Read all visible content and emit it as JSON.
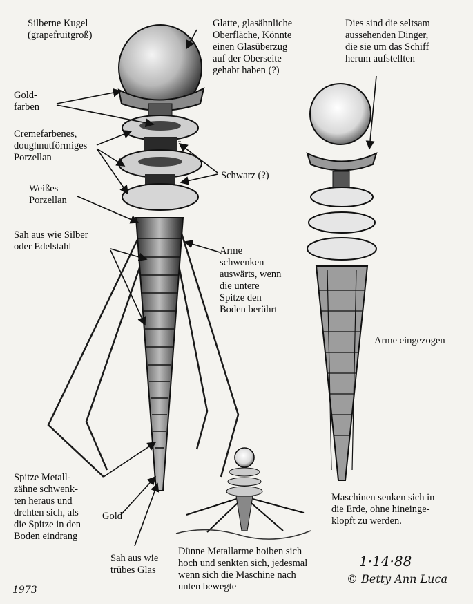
{
  "labels": {
    "silver_sphere": "Silberne Kugel\n(grapefruitgroß)",
    "smooth_surface": "Glatte, glasähnliche\nOberfläche, Könnte\neinen Glasüberzug\nauf der Oberseite\ngehabt haben (?)",
    "strange_things": "Dies sind die seltsam\naussehenden Dinger,\ndie sie um das Schiff\nherum aufstellten",
    "gold_colored": "Gold-\nfarben",
    "cream_porcelain": "Cremefarbenes,\ndoughnutförmiges\nPorzellan",
    "black": "Schwarz (?)",
    "white_porcelain": "Weißes\nPorzellan",
    "silver_steel": "Sah aus wie Silber\noder Edelstahl",
    "arms_swing": "Arme\nschwenken\nauswärts, wenn\ndie untere\nSpitze den\nBoden berührt",
    "arms_retracted": "Arme eingezogen",
    "teeth": "Spitze Metall-\nzähne schwenk-\nten heraus und\ndrehten sich, als\ndie Spitze in den\nBoden eindrang",
    "gold": "Gold",
    "cloudy_glass": "Sah aus wie\ntrübes Glas",
    "machines_sink": "Maschinen senken sich in\ndie Erde, ohne hineinge-\nklopft zu werden.",
    "thin_arms": "Dünne Metallarme hoiben sich\nhoch und senkten sich, jedesmal\nwenn sich die Maschine nach\nunten bewegte"
  },
  "handwriting": {
    "date": "1·14·88",
    "signature": "© Betty Ann Luca",
    "year": "1973"
  }
}
